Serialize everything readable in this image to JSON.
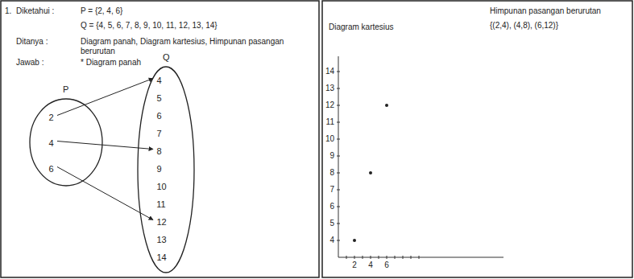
{
  "diagram": {
    "nodes": [
      {
        "text": [
          "P"
        ]
      },
      {
        "text": [
          "2"
        ],
        "in": 0
      },
      {
        "text": [
          "4"
        ],
        "in": 0
      },
      {
        "text": [
          "6"
        ],
        "in": 0
      },
      {
        "text": [
          "Q"
        ]
      },
      {
        "text": [
          "4"
        ],
        "in": 4
      },
      {
        "text": [
          "5"
        ],
        "in": 4
      },
      {
        "text": [
          "6"
        ],
        "in": 4
      },
      {
        "text": [
          "7"
        ],
        "in": 4
      },
      {
        "text": [
          "8"
        ],
        "in": 4
      },
      {
        "text": [
          "9"
        ],
        "in": 4
      },
      {
        "text": [
          "10"
        ],
        "in": 4
      },
      {
        "text": [
          "11"
        ],
        "in": 4
      },
      {
        "text": [
          "12"
        ],
        "in": 4
      },
      {
        "text": [
          "13"
        ],
        "in": 4
      },
      {
        "text": [
          "14"
        ],
        "in": 4
      }
    ],
    "edges": [
      {
        "from": 1,
        "to": 5,
        "arrow": "to"
      },
      {
        "from": 2,
        "to": 9,
        "arrow": "to"
      },
      {
        "from": 3,
        "to": 13,
        "arrow": "to"
      }
    ],
    "labels": [
      "1.",
      "Diketahui :",
      "P = {2, 4, 6}",
      "Q = {4, 5, 6, 7, 8, 9, 10, 11, 12, 13, 14}",
      "Ditanya :",
      "Diagram panah, Diagram kartesius, Himpunan pasangan berurutan",
      "Jawab :",
      "* Diagram panah",
      "Diagram kartesius",
      "Himpunan pasangan berurutan",
      "{(2,4), (4,8), (6,12)}",
      "14",
      "13",
      "12",
      "11",
      "10",
      "9",
      "8",
      "7",
      "6",
      "5",
      "4",
      "2",
      "4",
      "6"
    ]
  }
}
